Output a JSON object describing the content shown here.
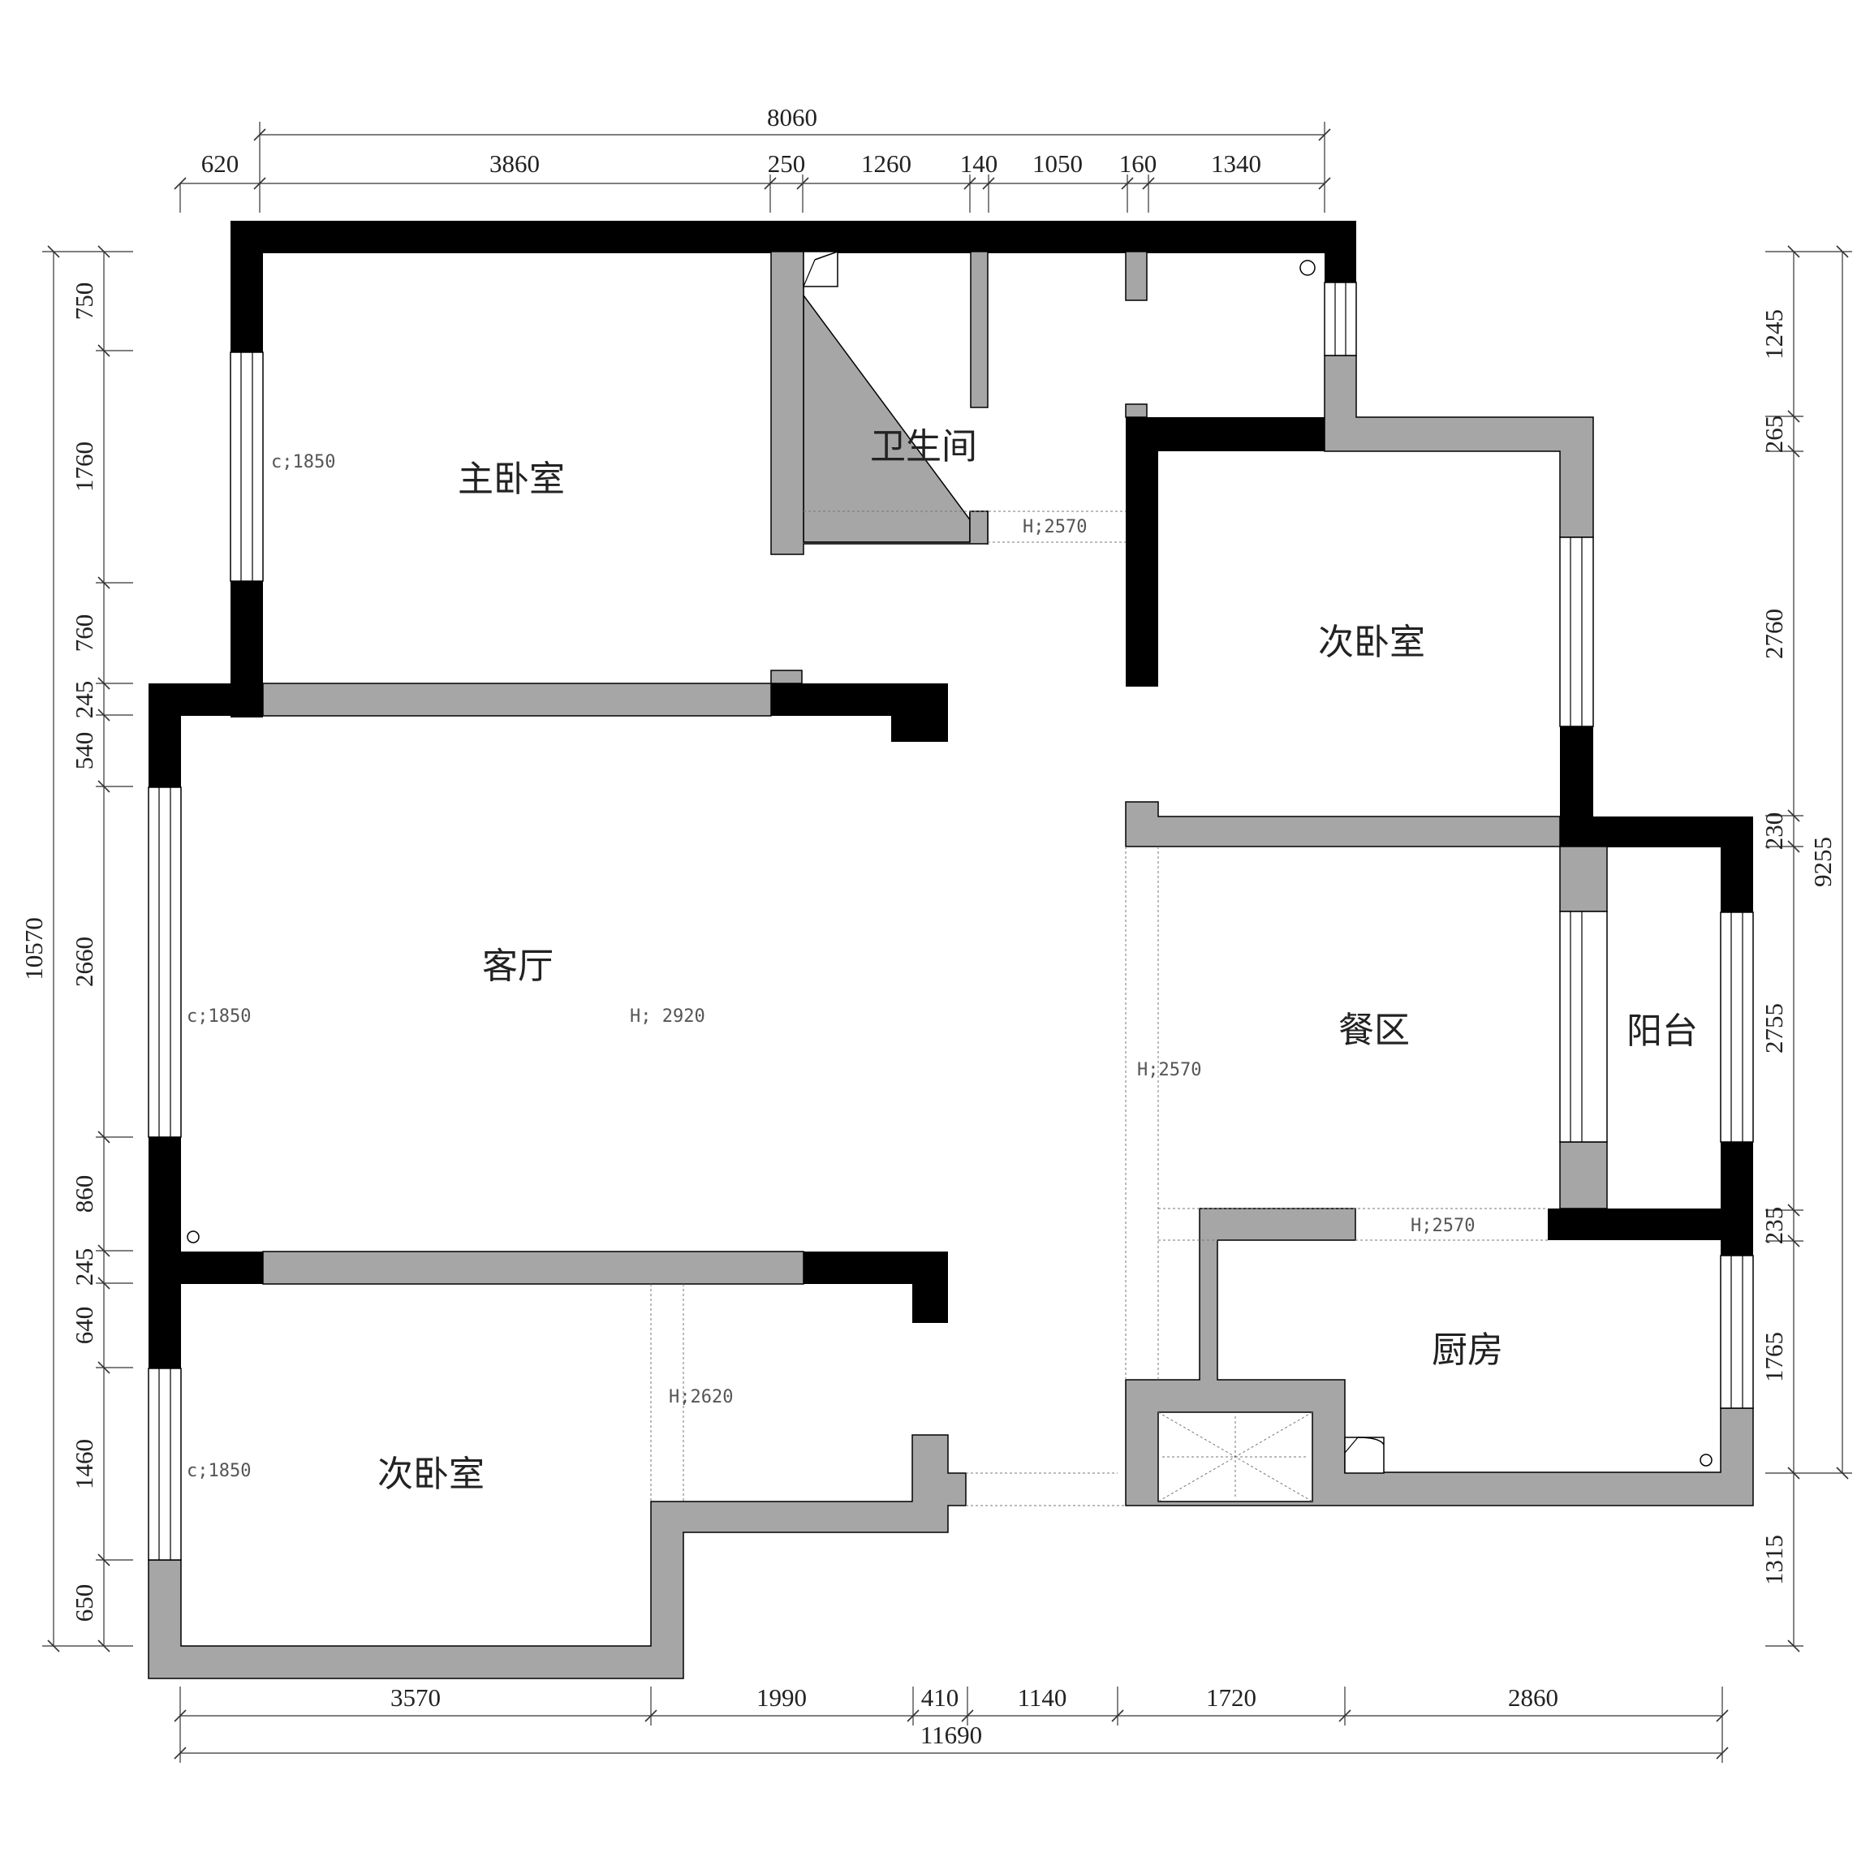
{
  "rooms": {
    "master_bedroom": "主卧室",
    "bathroom": "卫生间",
    "second_bedroom_east": "次卧室",
    "living_room": "客厅",
    "dining": "餐区",
    "balcony": "阳台",
    "kitchen": "厨房",
    "second_bedroom_south": "次卧室"
  },
  "notes": {
    "window_master": "c;1850",
    "window_living": "c;1850",
    "window_bedroom_south": "c;1850",
    "ceiling_living": "H; 2920",
    "height_bath": "H;2570",
    "height_dining": "H;2570",
    "height_kitchen": "H;2570",
    "height_bedroom_south": "H;2620"
  },
  "dimensions": {
    "top_total": "8060",
    "top": [
      "620",
      "3860",
      "250",
      "1260",
      "140",
      "1050",
      "160",
      "1340"
    ],
    "bottom": [
      "3570",
      "1990",
      "410",
      "1140",
      "1720",
      "2860"
    ],
    "bottom_total": "11690",
    "left": [
      "750",
      "1760",
      "760",
      "245",
      "540",
      "2660",
      "860",
      "245",
      "640",
      "1460",
      "650"
    ],
    "left_total": "10570",
    "right": [
      "1245",
      "265",
      "2760",
      "230",
      "2755",
      "235",
      "1765",
      "1315"
    ],
    "right_total": "9255"
  }
}
